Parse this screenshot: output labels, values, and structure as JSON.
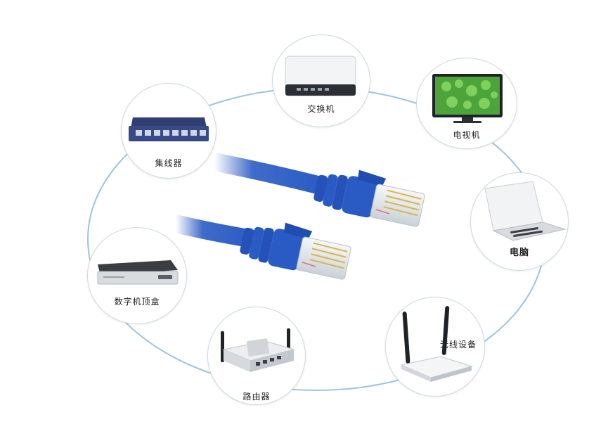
{
  "nodes": {
    "switch": {
      "label": "交换机",
      "icon": "network-switch-icon"
    },
    "tv": {
      "label": "电视机",
      "icon": "television-icon"
    },
    "hub": {
      "label": "集线器",
      "icon": "ethernet-hub-icon"
    },
    "laptop": {
      "label": "电脑",
      "icon": "laptop-icon"
    },
    "settopbox": {
      "label": "数字机顶盒",
      "icon": "set-top-box-icon"
    },
    "wireless": {
      "label": "无线设备",
      "icon": "wireless-access-point-icon"
    },
    "router": {
      "label": "路由器",
      "icon": "router-icon"
    }
  },
  "colors": {
    "ring": "#9fc3dd",
    "cable": "#2a5bc4",
    "cable_dark": "#1b3f96",
    "node_border": "#cfd8e0"
  }
}
